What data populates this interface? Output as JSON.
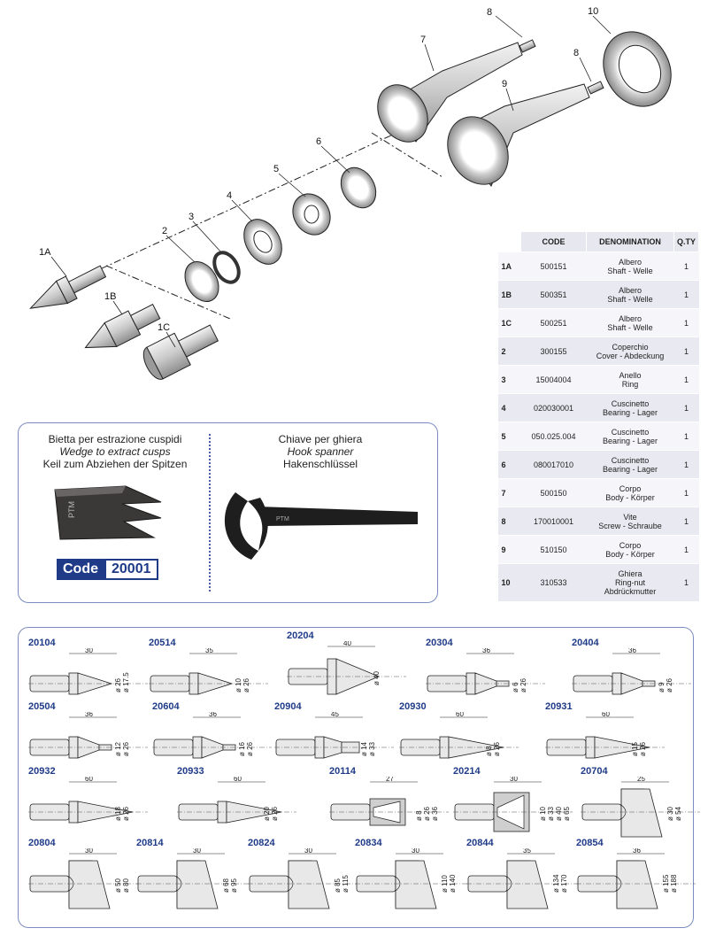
{
  "callouts": [
    "1A",
    "1B",
    "1C",
    "2",
    "3",
    "4",
    "5",
    "6",
    "7",
    "8",
    "8",
    "9",
    "10"
  ],
  "table": {
    "headers": {
      "code": "CODE",
      "denomination": "DENOMINATION",
      "qty": "Q.TY"
    },
    "rows": [
      {
        "ref": "1A",
        "code": "500151",
        "den": [
          "Albero",
          "Shaft - Welle"
        ],
        "qty": "1"
      },
      {
        "ref": "1B",
        "code": "500351",
        "den": [
          "Albero",
          "Shaft - Welle"
        ],
        "qty": "1"
      },
      {
        "ref": "1C",
        "code": "500251",
        "den": [
          "Albero",
          "Shaft - Welle"
        ],
        "qty": "1"
      },
      {
        "ref": "2",
        "code": "300155",
        "den": [
          "Coperchio",
          "Cover - Abdeckung"
        ],
        "qty": "1"
      },
      {
        "ref": "3",
        "code": "15004004",
        "den": [
          "Anello",
          "Ring"
        ],
        "qty": "1"
      },
      {
        "ref": "4",
        "code": "020030001",
        "den": [
          "Cuscinetto",
          "Bearing - Lager"
        ],
        "qty": "1"
      },
      {
        "ref": "5",
        "code": "050.025.004",
        "den": [
          "Cuscinetto",
          "Bearing - Lager"
        ],
        "qty": "1"
      },
      {
        "ref": "6",
        "code": "080017010",
        "den": [
          "Cuscinetto",
          "Bearing - Lager"
        ],
        "qty": "1"
      },
      {
        "ref": "7",
        "code": "500150",
        "den": [
          "Corpo",
          "Body - Körper"
        ],
        "qty": "1"
      },
      {
        "ref": "8",
        "code": "170010001",
        "den": [
          "Vite",
          "Screw - Schraube"
        ],
        "qty": "1"
      },
      {
        "ref": "9",
        "code": "510150",
        "den": [
          "Corpo",
          "Body - Körper"
        ],
        "qty": "1"
      },
      {
        "ref": "10",
        "code": "310533",
        "den": [
          "Ghiera",
          "Ring-nut",
          "Abdrückmutter"
        ],
        "qty": "1"
      }
    ]
  },
  "tools": {
    "wedge": {
      "it": "Bietta per estrazione cuspidi",
      "en": "Wedge to extract cusps",
      "de": "Keil zum Abziehen der Spitzen"
    },
    "spanner": {
      "it": "Chiave per ghiera",
      "en": "Hook spanner",
      "de": "Hakenschlüssel"
    },
    "code_label": "Code",
    "code_value": "20001",
    "brand": "PTM"
  },
  "cusps": [
    {
      "code": "20104",
      "dims": [
        "30",
        "ø 26",
        "ø 17.5"
      ]
    },
    {
      "code": "20514",
      "dims": [
        "35",
        "ø 10",
        "ø 26"
      ]
    },
    {
      "code": "20204",
      "dims": [
        "40",
        "ø 40"
      ]
    },
    {
      "code": "20304",
      "dims": [
        "36",
        "ø 6",
        "ø 26"
      ]
    },
    {
      "code": "20404",
      "dims": [
        "36",
        "ø 9",
        "ø 26"
      ]
    },
    {
      "code": "20504",
      "dims": [
        "36",
        "ø 12",
        "ø 26"
      ]
    },
    {
      "code": "20604",
      "dims": [
        "36",
        "ø 16",
        "ø 26"
      ]
    },
    {
      "code": "20904",
      "dims": [
        "45",
        "ø 14",
        "ø 33"
      ]
    },
    {
      "code": "20930",
      "dims": [
        "60",
        "ø 8",
        "ø 26"
      ]
    },
    {
      "code": "20931",
      "dims": [
        "60",
        "ø 15",
        "ø 26"
      ]
    },
    {
      "code": "20932",
      "dims": [
        "60",
        "ø 18",
        "ø 26"
      ]
    },
    {
      "code": "20933",
      "dims": [
        "60",
        "ø 20",
        "ø 26"
      ]
    },
    {
      "code": "20114",
      "dims": [
        "27",
        "ø 8",
        "ø 26",
        "ø 36"
      ]
    },
    {
      "code": "20214",
      "dims": [
        "30",
        "ø 10",
        "ø 33",
        "ø 40",
        "ø 65"
      ]
    },
    {
      "code": "20704",
      "dims": [
        "25",
        "ø 30",
        "ø 54"
      ]
    },
    {
      "code": "20804",
      "dims": [
        "30",
        "ø 50",
        "ø 80"
      ]
    },
    {
      "code": "20814",
      "dims": [
        "30",
        "ø 68",
        "ø 95"
      ]
    },
    {
      "code": "20824",
      "dims": [
        "30",
        "ø 85",
        "ø 115"
      ]
    },
    {
      "code": "20834",
      "dims": [
        "30",
        "ø 110",
        "ø 140"
      ]
    },
    {
      "code": "20844",
      "dims": [
        "35",
        "ø 134",
        "ø 170"
      ]
    },
    {
      "code": "20854",
      "dims": [
        "36",
        "ø 155",
        "ø 188"
      ]
    }
  ]
}
